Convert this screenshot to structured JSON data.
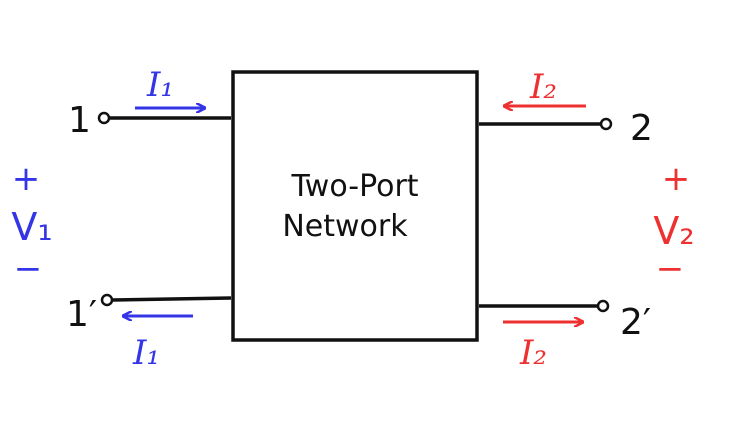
{
  "colors": {
    "input_port": "#3535e8",
    "output_port": "#ee3030",
    "wire": "#111111",
    "background": "#ffffff"
  },
  "box": {
    "line1": "Two-Port",
    "line2": "Network"
  },
  "terminals": {
    "top_left": "1",
    "bottom_left": "1′",
    "top_right": "2",
    "bottom_right": "2′"
  },
  "input_port": {
    "current_top": "I₁",
    "current_bottom": "I₁",
    "voltage": "V₁",
    "plus": "+",
    "minus": "−"
  },
  "output_port": {
    "current_top": "I₂",
    "current_bottom": "I₂",
    "voltage": "V₂",
    "plus": "+",
    "minus": "−"
  }
}
